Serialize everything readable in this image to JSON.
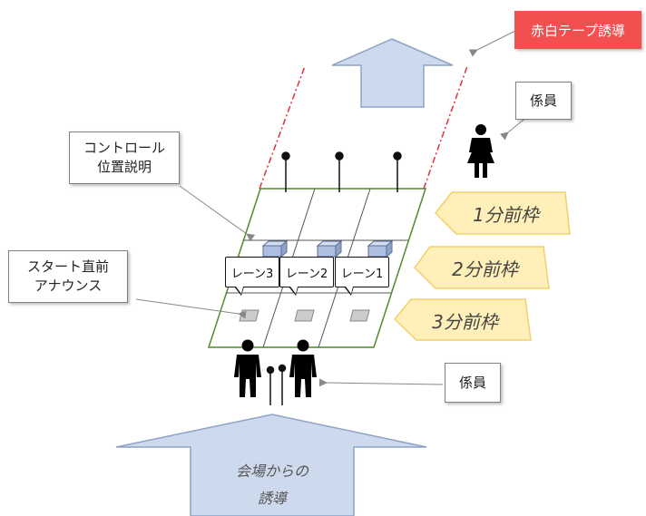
{
  "labels": {
    "tape_guide": "赤白テープ誘導",
    "staff_top": "係員",
    "staff_bottom": "係員",
    "control_line1": "コントロール",
    "control_line2": "位置説明",
    "announce_line1": "スタート直前",
    "announce_line2": "アナウンス",
    "lane3": "レーン3",
    "lane2": "レーン2",
    "lane1": "レーン1",
    "frame1": "1分前枠",
    "frame2": "2分前枠",
    "frame3": "3分前枠",
    "venue_line1": "会場からの",
    "venue_line2": "誘導"
  },
  "colors": {
    "arrow_fill": "#cdd9ec",
    "arrow_stroke": "#8ea3c6",
    "frame_fill": "#ffefb8",
    "frame_stroke": "#f2d06b",
    "tape_fill": "#f25050",
    "tape_line": "#e0303a",
    "track_border": "#4f8a2c"
  },
  "icons": [
    "person-male-icon",
    "person-female-icon",
    "control-box-icon",
    "pin-marker-icon"
  ]
}
